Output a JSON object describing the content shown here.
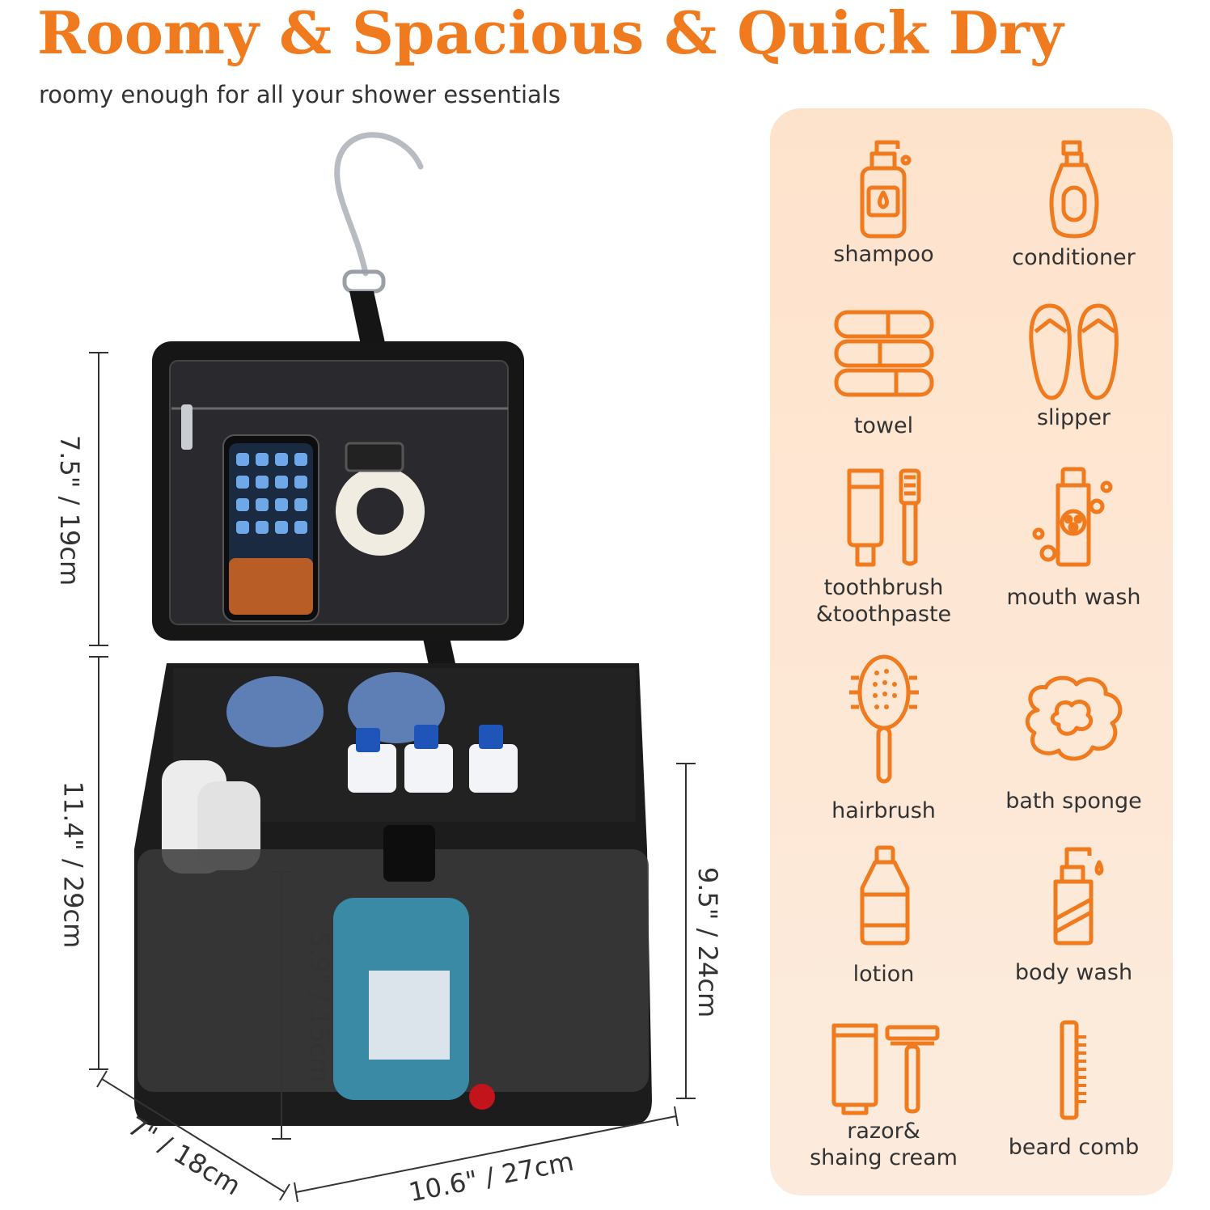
{
  "header": {
    "title": "Roomy & Spacious & Quick Dry",
    "subtitle": "roomy enough for all your shower essentials"
  },
  "accent_color": "#F07A1E",
  "essentials": [
    {
      "icon": "shampoo-pump-bottle-icon",
      "label": "shampoo"
    },
    {
      "icon": "conditioner-bottle-icon",
      "label": "conditioner"
    },
    {
      "icon": "towel-stack-icon",
      "label": "towel"
    },
    {
      "icon": "slipper-icon",
      "label": "slipper"
    },
    {
      "icon": "toothbrush-toothpaste-icon",
      "label": "toothbrush\n&toothpaste"
    },
    {
      "icon": "mouth-wash-bottle-icon",
      "label": "mouth wash"
    },
    {
      "icon": "hairbrush-icon",
      "label": "hairbrush"
    },
    {
      "icon": "bath-sponge-icon",
      "label": "bath sponge"
    },
    {
      "icon": "lotion-bottle-icon",
      "label": "lotion"
    },
    {
      "icon": "body-wash-bottle-icon",
      "label": "body wash"
    },
    {
      "icon": "razor-shaving-cream-icon",
      "label": "razor&\nshaing cream"
    },
    {
      "icon": "beard-comb-icon",
      "label": "beard comb"
    }
  ],
  "dimensions": {
    "lid_height": "7.5\" / 19cm",
    "total_height": "11.4\" / 29cm",
    "body_height": "9.5\" / 24cm",
    "pocket_height": "5.9\" / 15cm",
    "depth": "7\" / 18cm",
    "width": "10.6\" / 27cm"
  }
}
